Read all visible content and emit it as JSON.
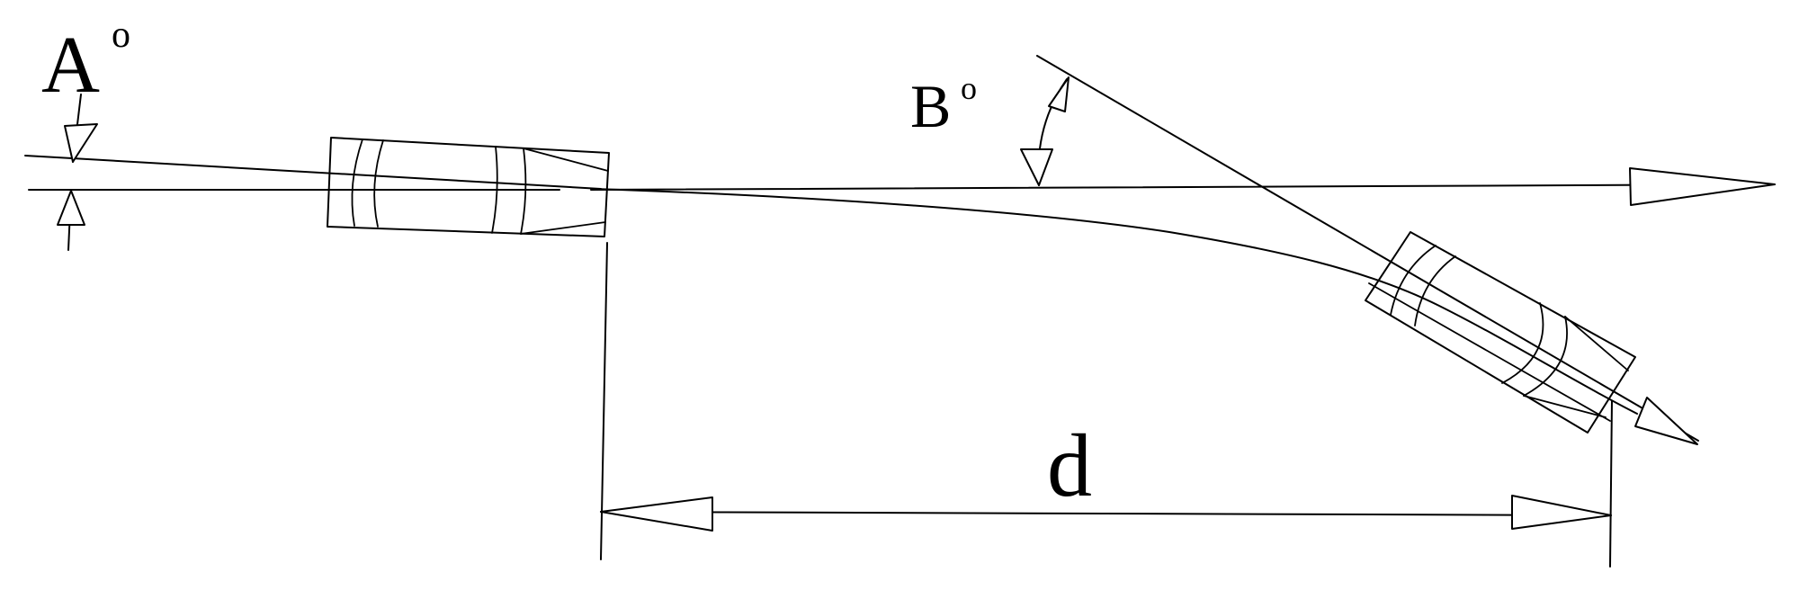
{
  "labels": {
    "angle_a": "A",
    "angle_a_deg": "o",
    "angle_b": "B",
    "angle_b_deg": "o",
    "distance": "d"
  },
  "colors": {
    "stroke": "#000000",
    "background": "#ffffff"
  }
}
